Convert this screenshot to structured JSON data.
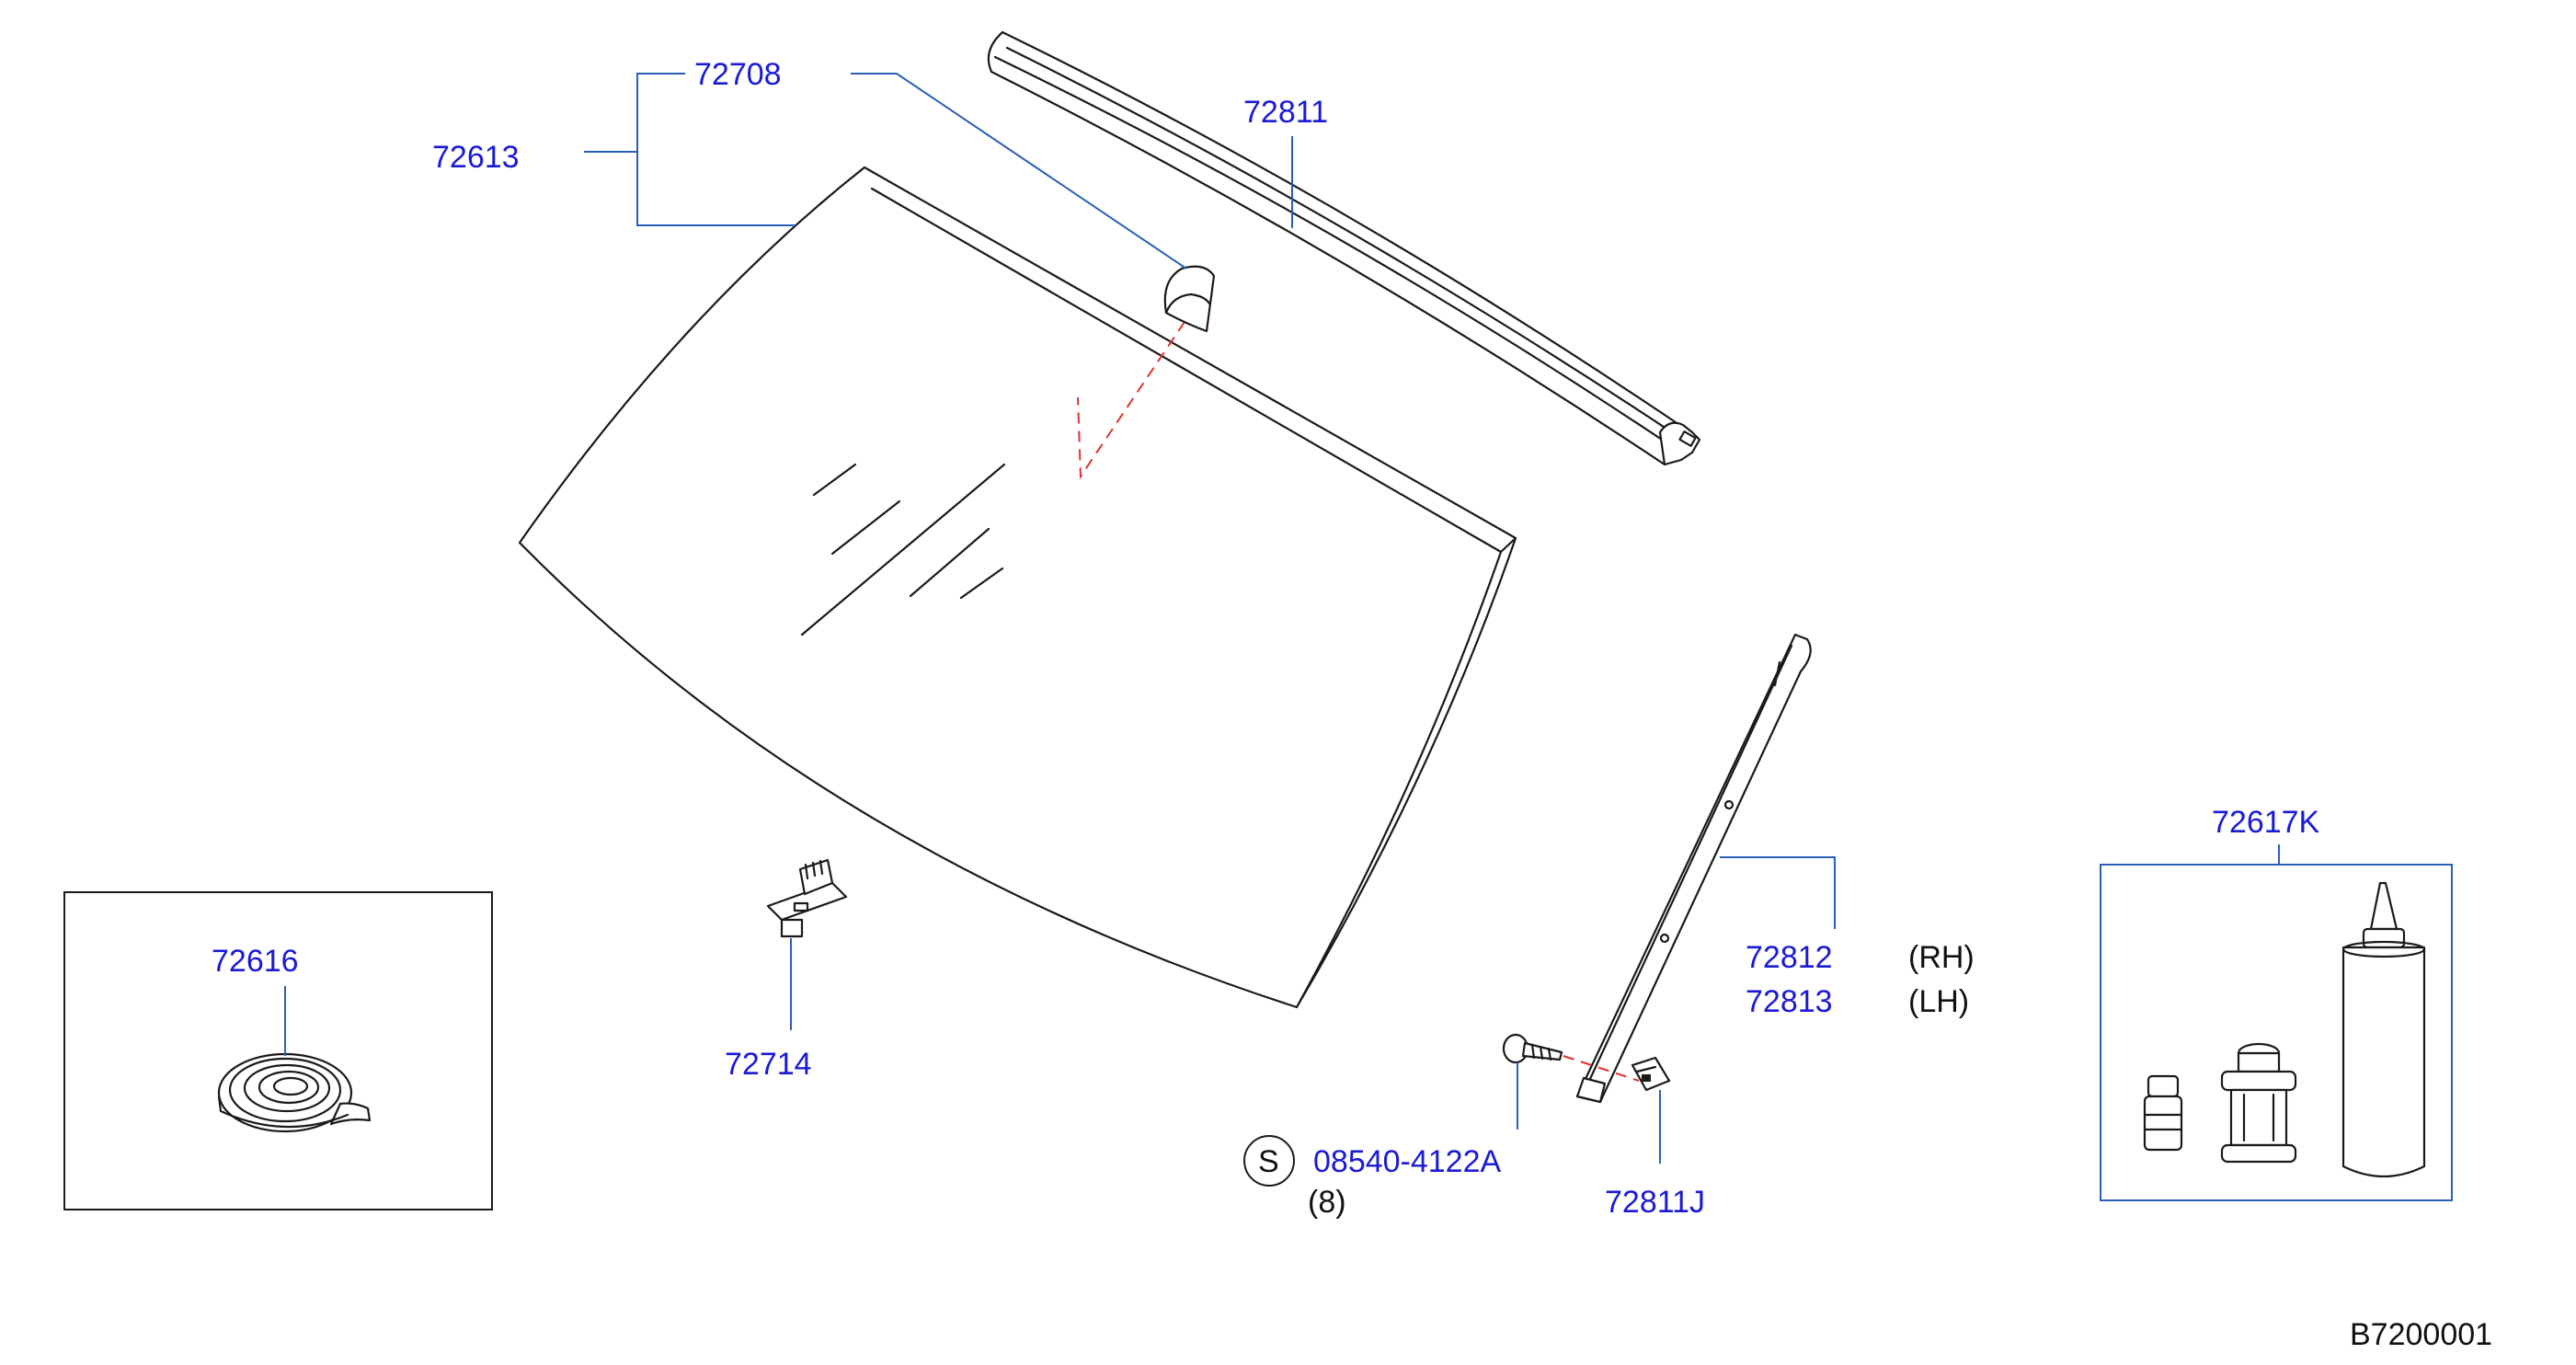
{
  "labels": {
    "windshield_assy": "72613",
    "mirror_base": "72708",
    "upper_molding": "72811",
    "sealant_kit": "72616",
    "spacer_clip": "72714",
    "side_molding_rh": "72812",
    "side_molding_lh": "72813",
    "side_rh_suffix": "(RH)",
    "side_lh_suffix": "(LH)",
    "adhesive_kit": "72617K",
    "screw_part": "08540-4122A",
    "screw_symbol": "S",
    "screw_qty": "(8)",
    "molding_clip": "72811J",
    "diagram_code": "B7200001"
  },
  "colors": {
    "label_blue": "#1a1ad6",
    "leader_blue": "#2a5fb8",
    "dash_red": "#e03030",
    "line_black": "#1a1a1a"
  }
}
